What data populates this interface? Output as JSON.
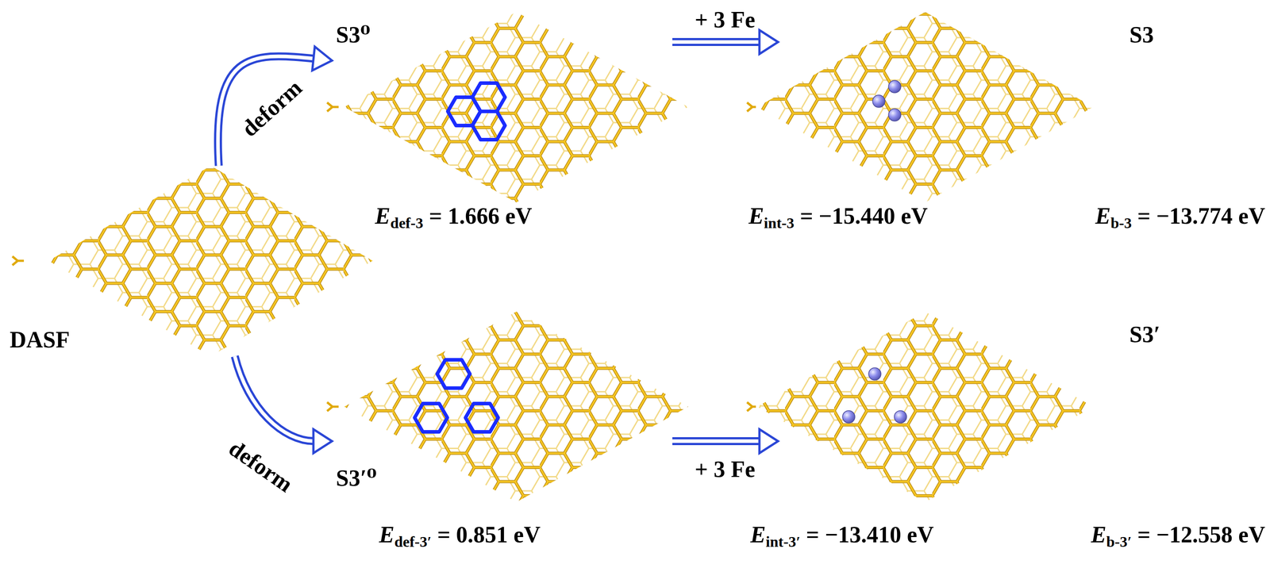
{
  "diagram": {
    "nodes": [
      {
        "text": [
          "DASF"
        ]
      },
      {
        "text": [
          "S3⁰"
        ]
      },
      {
        "text": [
          "S3"
        ]
      },
      {
        "text": [
          "S3′⁰"
        ]
      },
      {
        "text": [
          "S3′"
        ]
      }
    ],
    "edges": [
      {
        "from": 0,
        "to": 1,
        "arrow": "to",
        "label": "deform"
      },
      {
        "from": 0,
        "to": 3,
        "arrow": "to",
        "label": "deform"
      },
      {
        "from": 1,
        "to": 2,
        "arrow": "to",
        "label": "+ 3 Fe"
      },
      {
        "from": 3,
        "to": 4,
        "arrow": "to",
        "label": "+ 3 Fe"
      }
    ],
    "labels": [
      "Edef-3 = 1.666 eV",
      "Eint-3 = −15.440 eV",
      "Eb-3 = −13.774 eV",
      "Edef-3′ = 0.851 eV",
      "Eint-3′ = −13.410 eV",
      "Eb-3′ = −12.558 eV"
    ]
  }
}
